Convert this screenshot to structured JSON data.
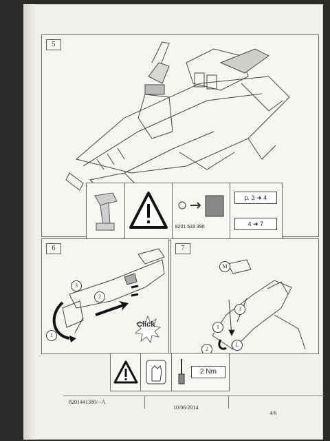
{
  "steps": {
    "s5": {
      "number": "5"
    },
    "s6": {
      "number": "6",
      "click_label": "Click",
      "callouts": [
        "3",
        "2",
        "1"
      ]
    },
    "s7": {
      "number": "7",
      "callouts": [
        "M",
        "3",
        "1",
        "2",
        "L"
      ]
    }
  },
  "strip5": {
    "part_number": "8201 533 390",
    "page_ref": "p. 3",
    "page_ref_target": "4",
    "step_from": "4",
    "step_to": "7"
  },
  "strip7": {
    "torque": "2 Nm"
  },
  "footer": {
    "doc_code": "8201441380/--A",
    "date": "10/06/2014",
    "page": "4/6"
  }
}
